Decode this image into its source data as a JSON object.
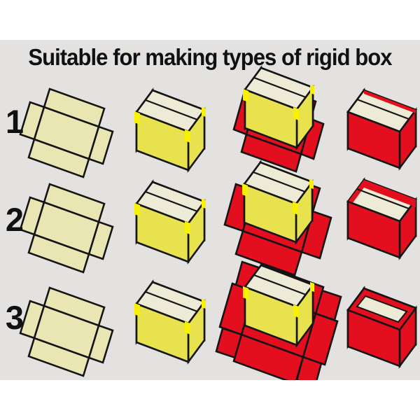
{
  "title": "Suitable for making types of rigid box",
  "rows": [
    {
      "label": "1"
    },
    {
      "label": "2"
    },
    {
      "label": "3"
    }
  ],
  "colors": {
    "page-bg": "#ffffff",
    "band": "#e3e2e1",
    "board": "#e9e6b4",
    "box-yellow": "#e8e24e",
    "interior": "#edebd6",
    "tab": "#f8f200",
    "red": "#e40f1e",
    "outline": "#151515",
    "text": "#111111"
  }
}
